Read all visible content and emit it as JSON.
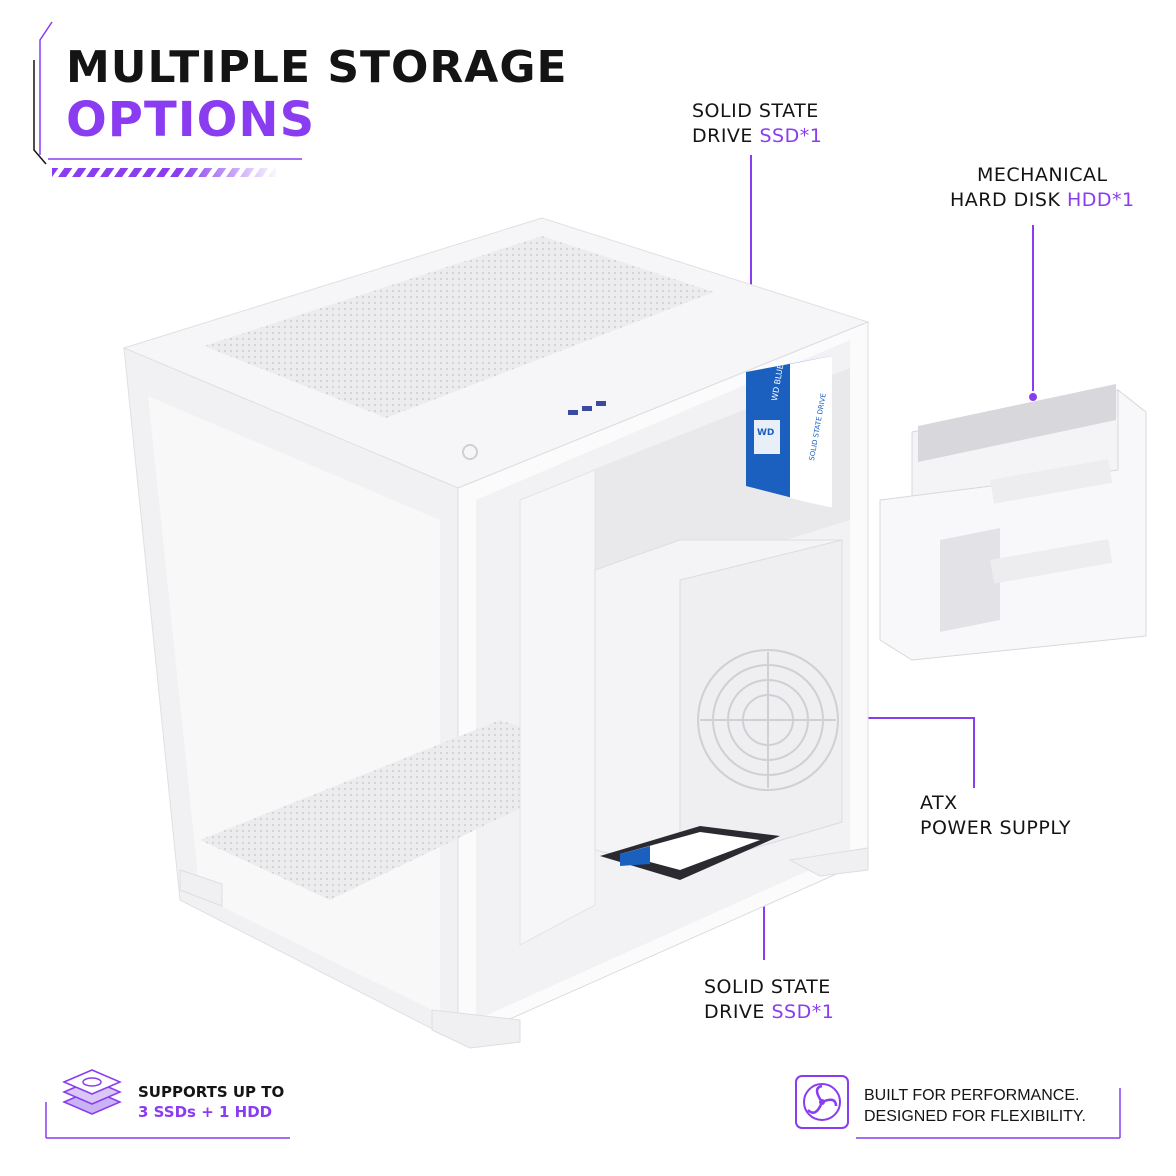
{
  "title": {
    "line1": "MULTIPLE STORAGE",
    "line2": "OPTIONS"
  },
  "callouts": {
    "ssd_top": {
      "line1": "SOLID STATE",
      "line2_prefix": "DRIVE ",
      "line2_accent": "SSD*1"
    },
    "hdd": {
      "line1": "MECHANICAL",
      "line2_prefix": "HARD DISK ",
      "line2_accent": "HDD*1"
    },
    "psu": {
      "line1": "ATX",
      "line2": "POWER SUPPLY"
    },
    "ssd_bottom": {
      "line1": "SOLID STATE",
      "line2_prefix": "DRIVE ",
      "line2_accent": "SSD*1"
    }
  },
  "ssd_label": {
    "brand": "WD",
    "model": "WD BLUE",
    "type": "SOLID STATE DRIVE"
  },
  "footer_left": {
    "line1": "SUPPORTS UP TO",
    "line2": "3 SSDs + 1 HDD"
  },
  "footer_right": {
    "line1": "BUILT FOR PERFORMANCE.",
    "line2": "DESIGNED FOR FLEXIBILITY."
  },
  "icons": {
    "left": "storage-stack-icon",
    "right": "fan-badge-icon"
  },
  "colors": {
    "accent": "#8a3cf0",
    "text": "#141414",
    "case": "#f3f3f5",
    "ssd_blue": "#1b5fbf"
  }
}
